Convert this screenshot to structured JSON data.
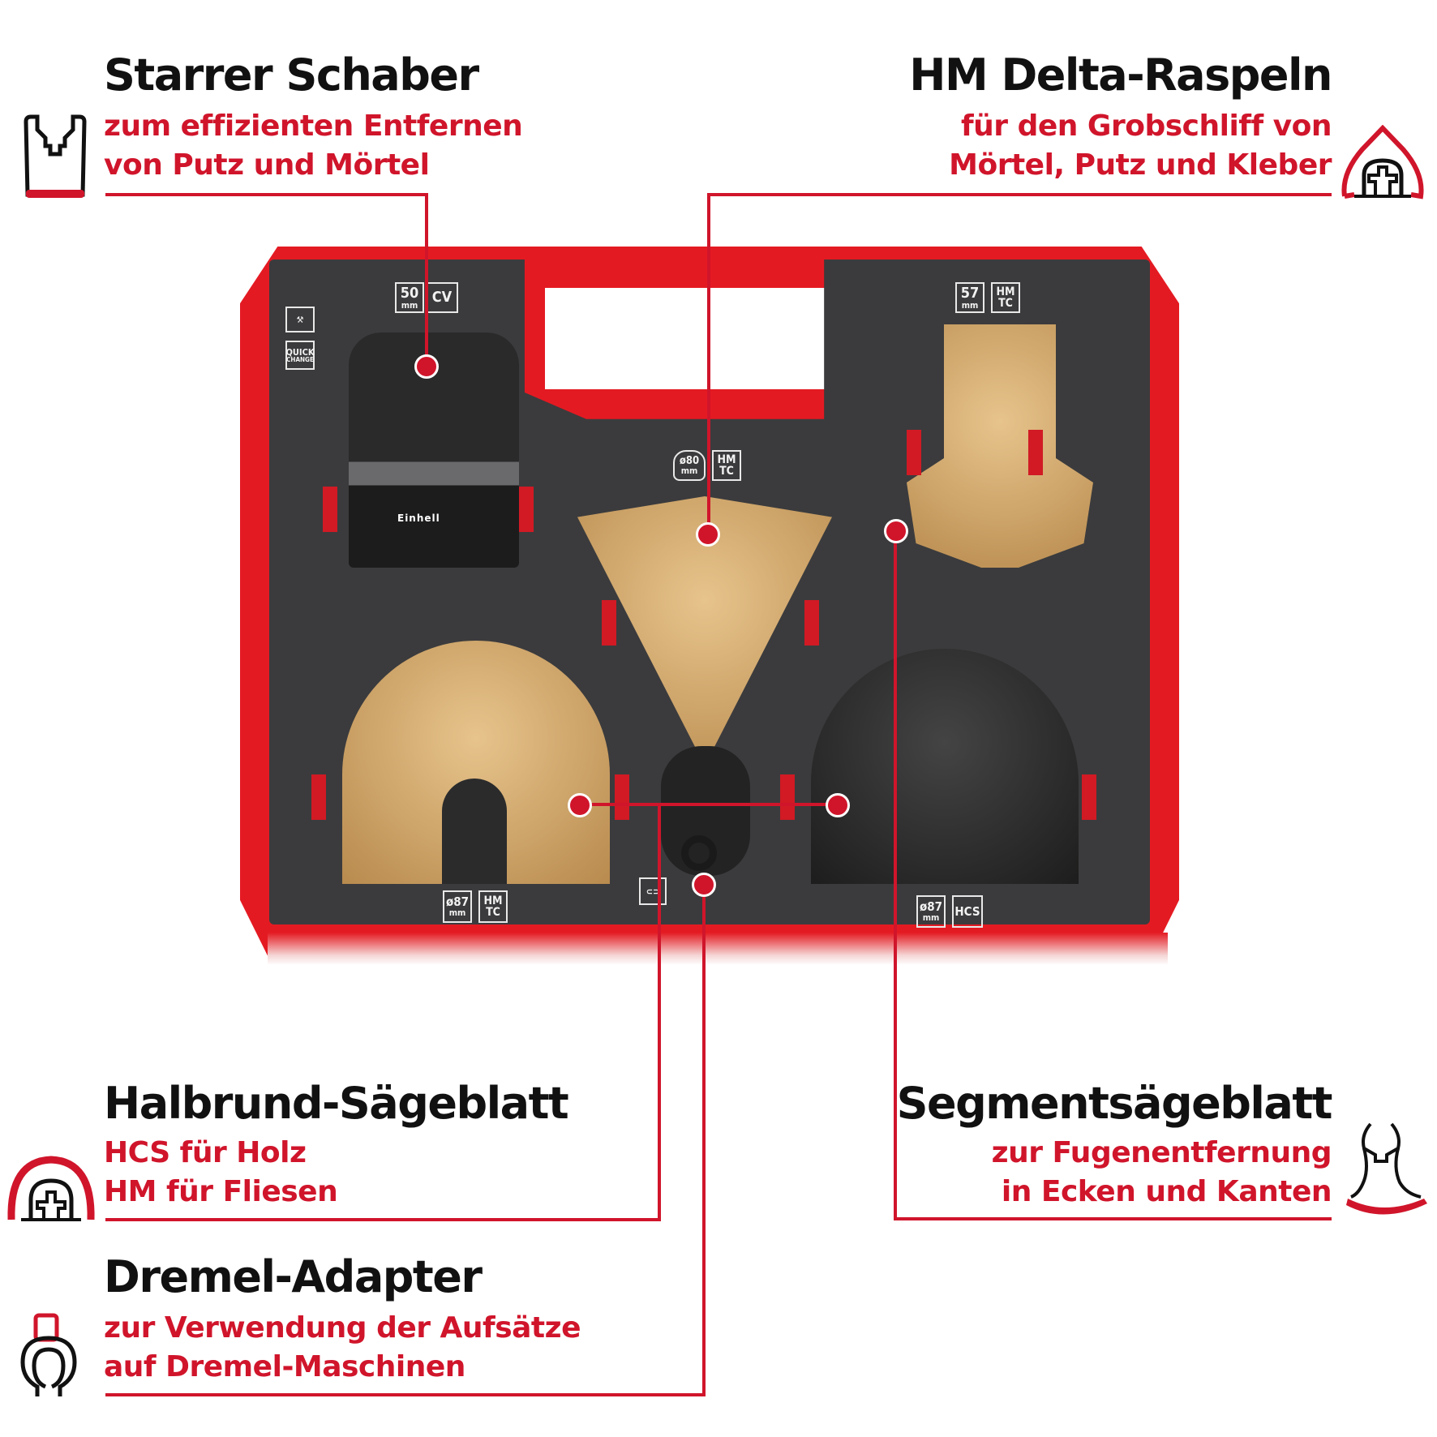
{
  "callouts": {
    "starrer_schaber": {
      "title": "Starrer Schaber",
      "lines": [
        "zum effizienten Entfernen",
        "von Putz und Mörtel"
      ],
      "icon": "rigid-scraper-icon"
    },
    "delta_raspeln": {
      "title": "HM Delta-Raspeln",
      "lines": [
        "für den Grobschliff von",
        "Mörtel, Putz und Kleber"
      ],
      "icon": "delta-rasp-icon"
    },
    "halbrund": {
      "title": "Halbrund-Sägeblatt",
      "lines": [
        "HCS für Holz",
        "HM für Fliesen"
      ],
      "icon": "semicircle-blade-icon"
    },
    "segment": {
      "title": "Segmentsägeblatt",
      "lines": [
        "zur Fugenentfernung",
        "in Ecken und Kanten"
      ],
      "icon": "segment-blade-icon"
    },
    "dremel": {
      "title": "Dremel-Adapter",
      "lines": [
        "zur Verwendung der Aufsätze",
        "auf Dremel-Maschinen"
      ],
      "icon": "dremel-adapter-icon"
    }
  },
  "case": {
    "side_badges": [
      "QUICK",
      "CHANGE"
    ],
    "badges": {
      "scraper": {
        "size": "50",
        "unit": "mm",
        "material": "CV"
      },
      "rasp": {
        "size": "ø80",
        "unit": "mm",
        "material_1": "HM",
        "material_2": "TC"
      },
      "segment_top": {
        "size": "57",
        "unit": "mm",
        "material_1": "HM",
        "material_2": "TC"
      },
      "semicircle_hm": {
        "size": "ø87",
        "unit": "mm",
        "material_1": "HM",
        "material_2": "TC"
      },
      "semicircle_hcs": {
        "size": "ø87",
        "unit": "mm",
        "material": "HCS"
      }
    },
    "brand": "Einhell"
  },
  "colors": {
    "accent_red": "#d0152b",
    "case_red": "#e41a22",
    "tray_dark": "#3b3b3d",
    "gold": "#d4aa6e"
  }
}
